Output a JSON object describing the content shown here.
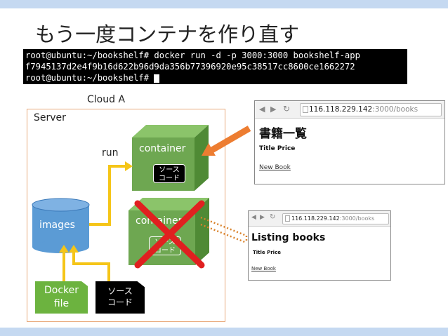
{
  "slide": {
    "title": "もう一度コンテナを作り直す",
    "colors": {
      "accent_bar": "#c5d9f1",
      "container_green": "#6ea751",
      "images_blue": "#5b9bd5",
      "docker_green": "#6cb33f",
      "arrow_yellow": "#f5c518",
      "arrow_orange": "#ed7d31",
      "cross_red": "#e02020"
    }
  },
  "terminal": {
    "line1": "root@ubuntu:~/bookshelf# docker run -d -p 3000:3000 bookshelf-app",
    "line2": "f7945137d2e4f9b16d622b96d9da356b77396920e95c38517cc8600ce1662272",
    "line3": "root@ubuntu:~/bookshelf# "
  },
  "diagram": {
    "cloud_label": "Cloud A",
    "server_label": "Server",
    "run_label": "run",
    "container_label": "container",
    "container2_label": "container",
    "source_code_line1": "ソース",
    "source_code_line2": "コード",
    "images_label": "images",
    "dockerfile_line1": "Docker",
    "dockerfile_line2": "file",
    "src_line1": "ソース",
    "src_line2": "コード"
  },
  "browser1": {
    "url_host": "116.118.229.142",
    "url_path": ":3000/books",
    "heading": "書籍一覧",
    "columns": "Title Price",
    "link": "New Book",
    "icons": [
      "back-icon",
      "forward-icon",
      "reload-icon",
      "page-icon"
    ]
  },
  "browser2": {
    "url_host": "116.118.229.142",
    "url_path": ":3000/books",
    "heading": "Listing books",
    "columns": "Title Price",
    "link": "New Book",
    "icons": [
      "back-icon",
      "forward-icon",
      "reload-icon",
      "page-icon"
    ]
  }
}
